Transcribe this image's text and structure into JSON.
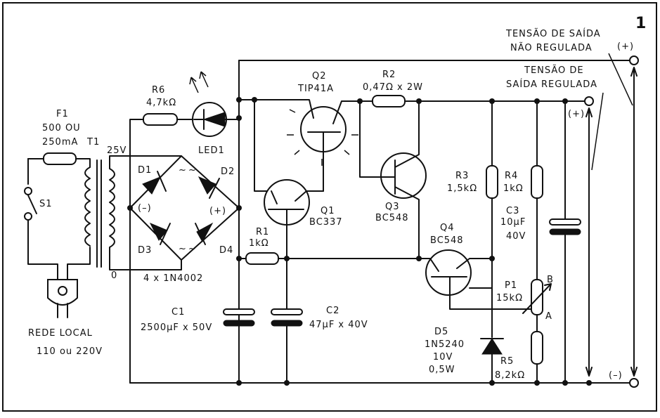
{
  "figure_number": "1",
  "labels": {
    "f1": "F1",
    "f1_spec1": "500 OU",
    "f1_spec2": "250mA",
    "t1": "T1",
    "t1_sec": "25V",
    "t1_zero": "0",
    "s1": "S1",
    "plug_line1": "REDE  LOCAL",
    "plug_line2": "110 ou 220V",
    "d1": "D1",
    "d2": "D2",
    "d3": "D3",
    "d4": "D4",
    "bridge_minus": "(–)",
    "bridge_plus": "(+)",
    "bridge_ac1": "~",
    "bridge_ac2": "~",
    "bridge_ac3": "~",
    "bridge_ac4": "~",
    "bridge_diodes": "4 x 1N4002",
    "r6": "R6",
    "r6_val": "4,7kΩ",
    "led1": "LED1",
    "q2": "Q2",
    "q2_type": "TIP41A",
    "r2": "R2",
    "r2_val": "0,47Ω x 2W",
    "q1": "Q1",
    "q1_type": "BC337",
    "q3": "Q3",
    "q3_type": "BC548",
    "q4": "Q4",
    "q4_type": "BC548",
    "r1": "R1",
    "r1_val": "1kΩ",
    "r3": "R3",
    "r3_val": "1,5kΩ",
    "r4": "R4",
    "r4_val": "1kΩ",
    "c3": "C3",
    "c3_val1": "10μF",
    "c3_val2": "40V",
    "p1": "P1",
    "p1_val": "15kΩ",
    "p1_a": "A",
    "p1_b": "B",
    "c1": "C1",
    "c1_val": "2500μF x 50V",
    "c2": "C2",
    "c2_val": "47μF x 40V",
    "d5": "D5",
    "d5_type": "1N5240",
    "d5_v": "10V",
    "d5_w": "0,5W",
    "r5": "R5",
    "r5_val": "8,2kΩ",
    "out_unreg_1": "TENSÃO DE SAÍDA",
    "out_unreg_2": "NÃO REGULADA",
    "out_reg_1": "TENSÃO  DE",
    "out_reg_2": "SAÍDA REGULADA",
    "plus_top": "(+)",
    "plus_mid": "(+)",
    "minus_bot": "(–)"
  }
}
